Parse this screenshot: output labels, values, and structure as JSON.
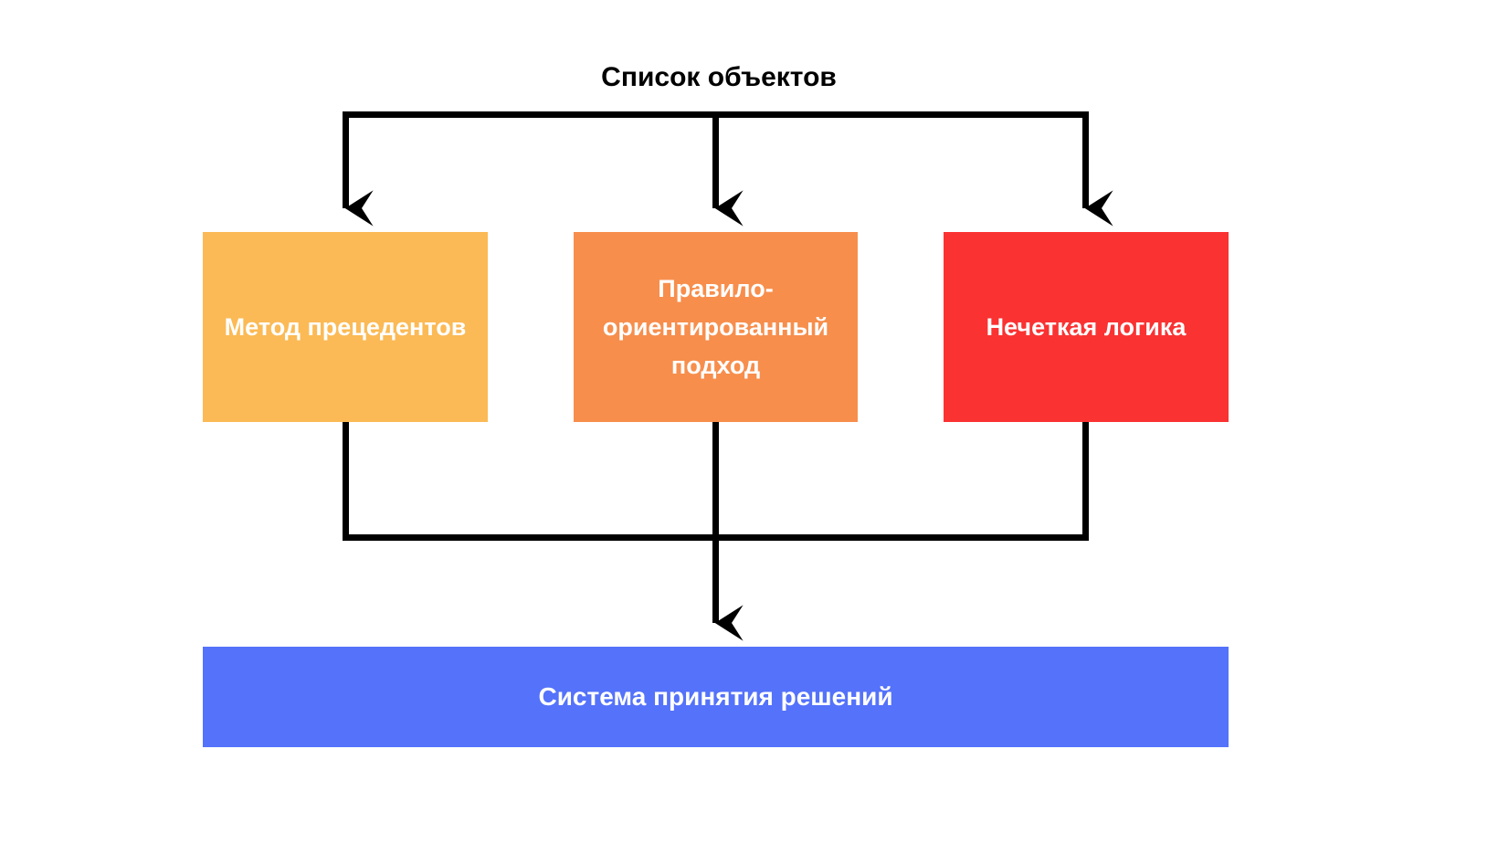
{
  "diagram": {
    "title": "Список объектов",
    "background_color": "#ffffff",
    "connector_color": "#000000",
    "title_color": "#000000",
    "node_text_color": "#ffffff",
    "nodes": [
      {
        "id": "method",
        "label": "Метод прецедентов",
        "color": "#fbba55"
      },
      {
        "id": "rule",
        "label": "Правило-ориентированный подход",
        "color": "#f78e4c"
      },
      {
        "id": "fuzzy",
        "label": "Нечеткая логика",
        "color": "#fa3232"
      },
      {
        "id": "decision",
        "label": "Система принятия решений",
        "color": "#5472fa"
      }
    ],
    "edges": [
      {
        "from": "title",
        "to": "method",
        "style": "orthogonal-arrow"
      },
      {
        "from": "title",
        "to": "rule",
        "style": "orthogonal-arrow"
      },
      {
        "from": "title",
        "to": "fuzzy",
        "style": "orthogonal-arrow"
      },
      {
        "from": "method",
        "to": "decision",
        "style": "orthogonal-arrow"
      },
      {
        "from": "rule",
        "to": "decision",
        "style": "orthogonal-arrow"
      },
      {
        "from": "fuzzy",
        "to": "decision",
        "style": "orthogonal-arrow"
      }
    ]
  }
}
